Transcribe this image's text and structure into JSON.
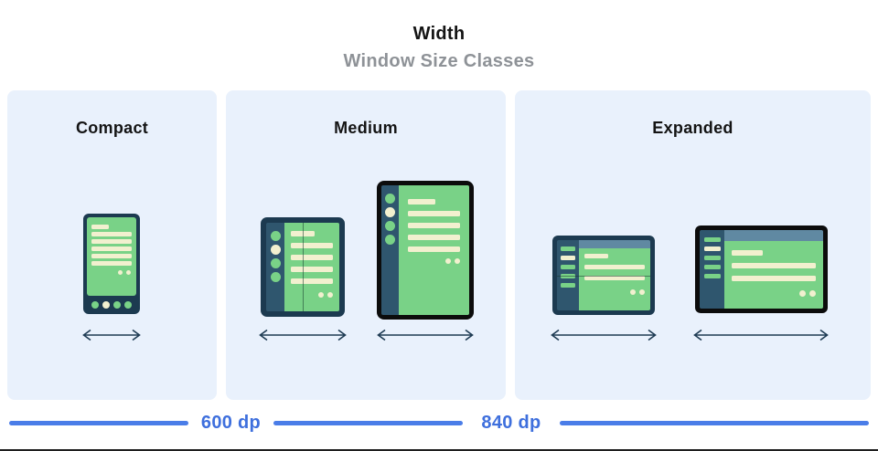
{
  "header": {
    "title": "Width",
    "subtitle": "Window Size Classes"
  },
  "panels": [
    {
      "label": "Compact",
      "devices": [
        "phone-portrait"
      ]
    },
    {
      "label": "Medium",
      "devices": [
        "foldable-open-portrait",
        "tablet-portrait"
      ]
    },
    {
      "label": "Expanded",
      "devices": [
        "foldable-open-landscape",
        "tablet-landscape"
      ]
    }
  ],
  "ruler": {
    "breakpoints": [
      "600 dp",
      "840 dp"
    ]
  },
  "icons": {
    "width_arrow": "double-headed-horizontal-arrow"
  },
  "colors": {
    "panel_background": "#e9f1fc",
    "ruler_blue": "#4a7de8",
    "label_blue": "#3e6fdd",
    "subtitle_gray": "#8e9297",
    "title_black": "#141414",
    "device_frame_navy": "#1c3a50",
    "device_frame_black": "#0c0c0c",
    "nav_rail_teal": "#2f566e",
    "screen_green": "#79d287",
    "placeholder_cream": "#f2f0cf",
    "top_bar_blue_gray": "#6089a2",
    "arrow_navy": "#1d3a52"
  }
}
